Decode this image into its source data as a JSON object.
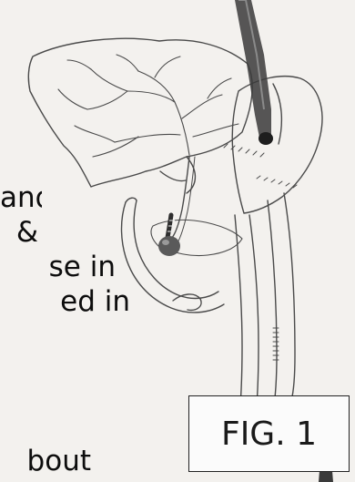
{
  "background_text": {
    "line_1": "and",
    "line_2": "&",
    "line_3": "se in",
    "line_4": "ed in",
    "line_5": "bout"
  },
  "figure": {
    "label": "FIG. 1"
  },
  "colors": {
    "paper": "#f3f1ee",
    "pencil": "#4a4a4a",
    "scope": "#3a3a3a"
  }
}
